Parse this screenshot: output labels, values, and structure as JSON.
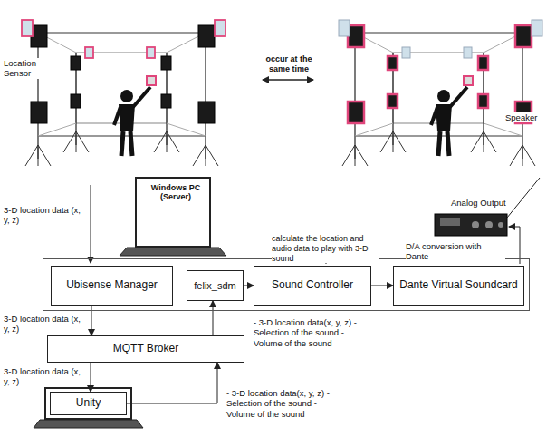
{
  "diagram": {
    "nodes": [
      {
        "text": [
          "Windows PC (Server)"
        ]
      },
      {
        "text": [
          "Ubisense Manager"
        ],
        "in": 0
      },
      {
        "text": [
          "felix_sdm"
        ],
        "in": 0
      },
      {
        "text": [
          "Sound Controller"
        ],
        "in": 0
      },
      {
        "text": [
          "Dante Virtual Soundcard"
        ],
        "in": 0
      },
      {
        "text": [
          "MQTT Broker"
        ]
      },
      {
        "text": [
          "Unity"
        ]
      }
    ],
    "edges": [
      {
        "from": 1,
        "to": 5,
        "arrow": "to",
        "label": "3-D location data (x, y, z)"
      },
      {
        "from": 5,
        "to": 6,
        "arrow": "to",
        "label": "3-D location data (x, y, z)"
      },
      {
        "from": 6,
        "to": 5,
        "arrow": "to",
        "label": "- 3-D location data(x, y, z) - Selection of the sound - Volume of the sound"
      },
      {
        "from": 5,
        "to": 2,
        "arrow": "to",
        "label": "- 3-D location data(x, y, z) - Selection of the sound - Volume of the sound"
      },
      {
        "from": 2,
        "to": 3,
        "arrow": "to"
      },
      {
        "from": 3,
        "to": 4,
        "arrow": "to"
      }
    ],
    "labels": [
      "Location Sensor",
      "occur at the same time",
      "Speaker",
      "3-D location data (x, y, z)",
      "calculate the location and audio data to play with 3-D sound",
      "D/A conversion with Dante",
      "Analog Output"
    ]
  }
}
